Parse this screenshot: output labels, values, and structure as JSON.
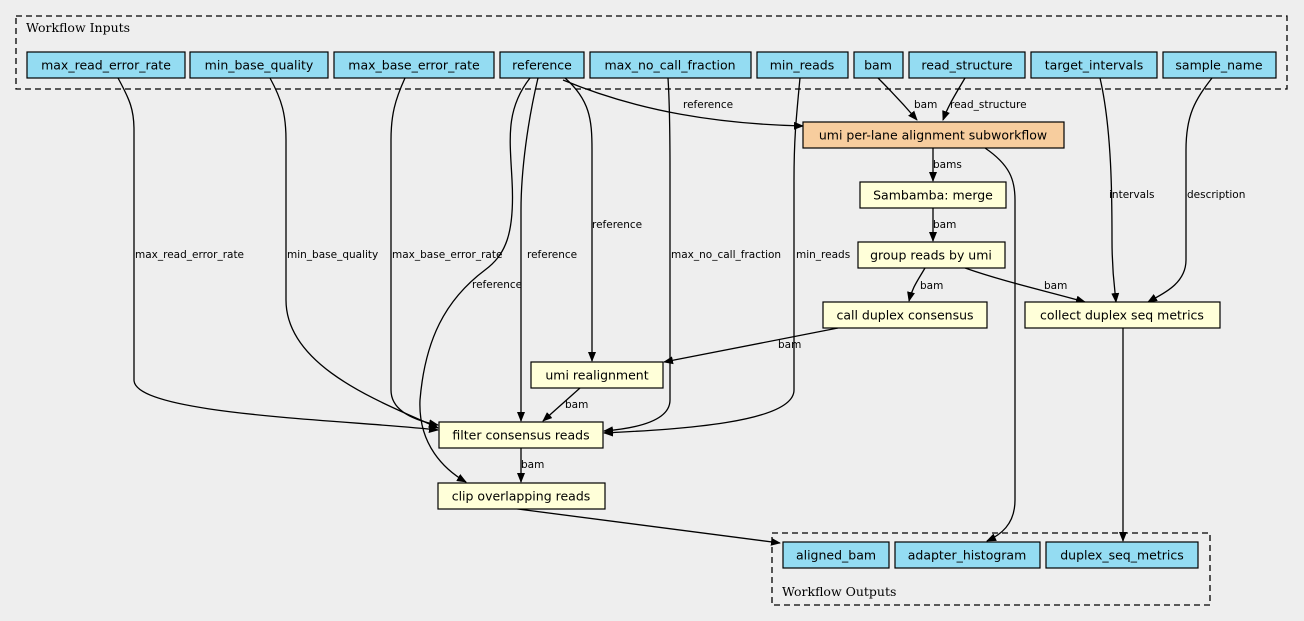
{
  "clusters": {
    "inputs_title": "Workflow Inputs",
    "outputs_title": "Workflow Outputs"
  },
  "nodes": {
    "max_read_error_rate": "max_read_error_rate",
    "min_base_quality": "min_base_quality",
    "max_base_error_rate": "max_base_error_rate",
    "reference": "reference",
    "max_no_call_fraction": "max_no_call_fraction",
    "min_reads": "min_reads",
    "bam": "bam",
    "read_structure": "read_structure",
    "target_intervals": "target_intervals",
    "sample_name": "sample_name",
    "umi_subworkflow": "umi per-lane alignment subworkflow",
    "sambamba_merge": "Sambamba: merge",
    "group_reads": "group reads by umi",
    "call_duplex": "call duplex consensus",
    "collect_metrics": "collect duplex seq metrics",
    "umi_realignment": "umi realignment",
    "filter_consensus": "filter consensus reads",
    "clip_overlapping": "clip overlapping reads",
    "aligned_bam": "aligned_bam",
    "adapter_histogram": "adapter_histogram",
    "duplex_seq_metrics": "duplex_seq_metrics"
  },
  "edge_labels": {
    "ref_to_sub": "reference",
    "bam_to_sub": "bam",
    "rs_to_sub": "read_structure",
    "sub_to_merge": "bams",
    "merge_to_group": "bam",
    "group_to_call": "bam",
    "group_to_collect": "bam",
    "intervals": "intervals",
    "description": "description",
    "mrer": "max_read_error_rate",
    "mbq": "min_base_quality",
    "mber": "max_base_error_rate",
    "ref_to_clip": "reference",
    "ref_to_filter": "reference",
    "ref_to_realign": "reference",
    "mncf": "max_no_call_fraction",
    "min_reads": "min_reads",
    "call_to_realign": "bam",
    "realign_to_filter": "bam",
    "filter_to_clip": "bam"
  }
}
